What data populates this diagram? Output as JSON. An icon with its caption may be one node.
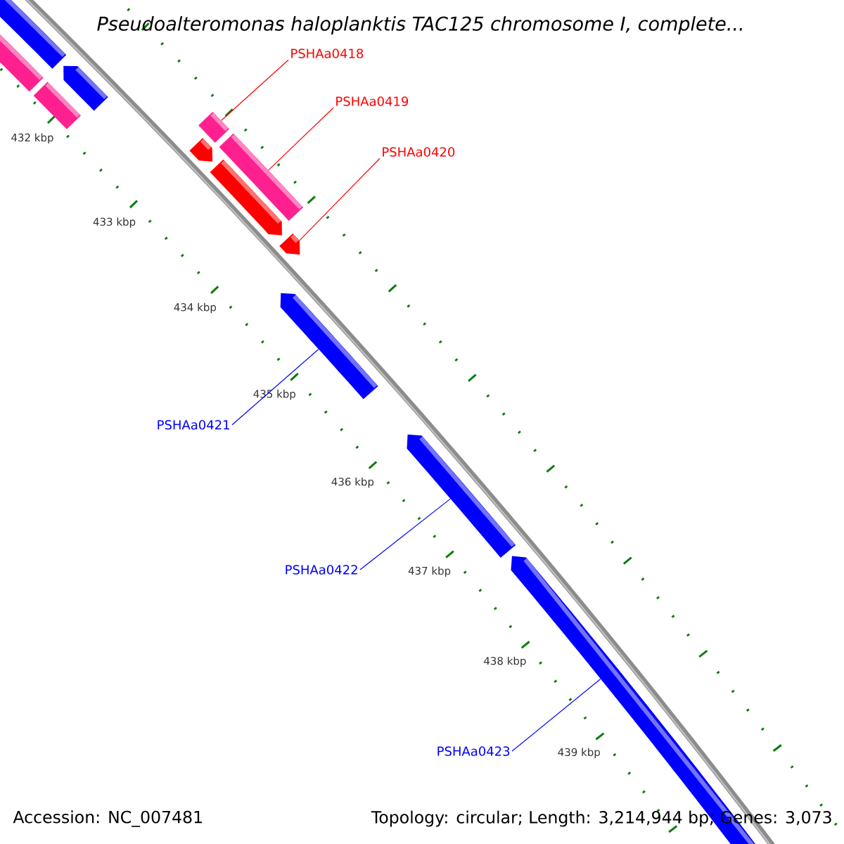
{
  "diagram": {
    "title": "Pseudoalteromonas haloplanktis TAC125 chromosome I, complete...",
    "nodes": [
      {
        "text": [],
        "shape": "bar"
      },
      {
        "text": [],
        "shape": "bar"
      },
      {
        "text": [],
        "shape": "bar"
      },
      {
        "text": [],
        "shape": "bar"
      },
      {
        "text": [
          "PSHAa0418"
        ]
      },
      {
        "text": [],
        "shape": "bar"
      },
      {
        "text": [
          "PSHAa0419"
        ]
      },
      {
        "text": [],
        "shape": "bar"
      },
      {
        "text": [],
        "shape": "bar"
      },
      {
        "text": [],
        "shape": "bar"
      },
      {
        "text": [
          "PSHAa0420"
        ]
      },
      {
        "text": [],
        "shape": "bar"
      },
      {
        "text": [],
        "shape": "bar"
      },
      {
        "text": [
          "PSHAa0421"
        ]
      },
      {
        "text": [],
        "shape": "bar"
      },
      {
        "text": [
          "PSHAa0422"
        ]
      },
      {
        "text": [],
        "shape": "bar"
      },
      {
        "text": [
          "PSHAa0423"
        ]
      }
    ],
    "edges": [
      {
        "from": 4,
        "to": 5,
        "arrow": "none",
        "color": "#ff0000"
      },
      {
        "from": 6,
        "to": 7,
        "arrow": "none",
        "color": "#ff0000"
      },
      {
        "from": 10,
        "to": 11,
        "arrow": "none",
        "color": "#ff0000"
      },
      {
        "from": 13,
        "to": 12,
        "arrow": "none",
        "color": "#0000ff"
      },
      {
        "from": 15,
        "to": 14,
        "arrow": "none",
        "color": "#0000ff"
      },
      {
        "from": 17,
        "to": 16,
        "arrow": "none",
        "color": "#0000ff"
      }
    ],
    "labels": [
      "432 kbp",
      "433 kbp",
      "434 kbp",
      "435 kbp",
      "436 kbp",
      "437 kbp",
      "438 kbp",
      "439 kbp",
      "Accession: NC_007481",
      "Topology: circular; Length: 3,214,944 bp; Genes: 3,073"
    ]
  }
}
